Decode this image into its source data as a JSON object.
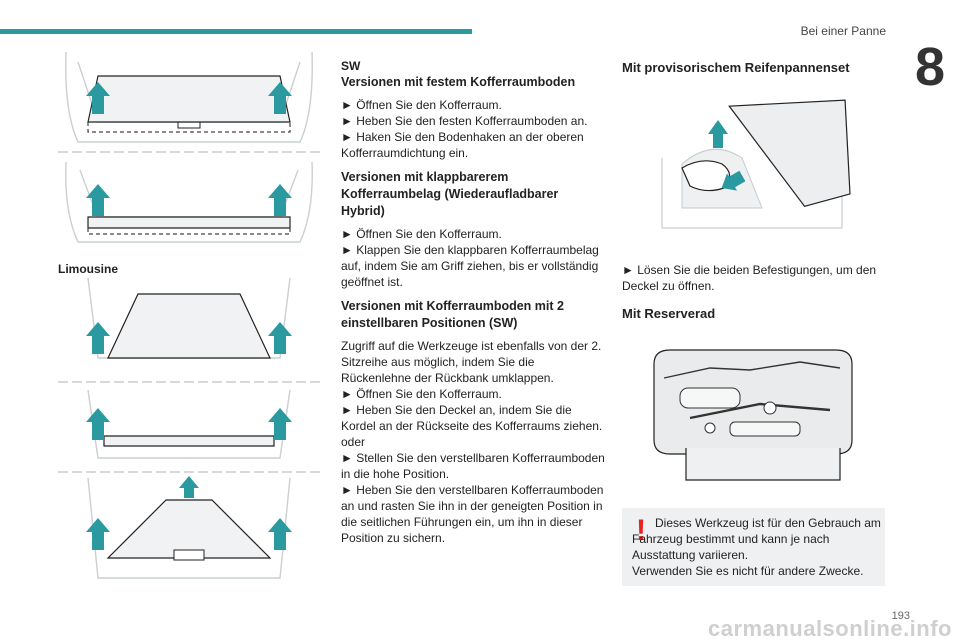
{
  "header": {
    "title": "Bei einer Panne",
    "chapter": "8"
  },
  "figures": {
    "limousine_label": "Limousine"
  },
  "col2": {
    "sw": "SW",
    "s1_title": "Versionen mit festem Kofferraumboden",
    "s1_l1": "► Öffnen Sie den Kofferraum.",
    "s1_l2": "► Heben Sie den festen Kofferraumboden an.",
    "s1_l3": "► Haken Sie den Bodenhaken an der oberen Kofferraumdichtung ein.",
    "s2_title": "Versionen mit klappbarerem Kofferraumbelag (Wiederaufladbarer Hybrid)",
    "s2_l1": "► Öffnen Sie den Kofferraum.",
    "s2_l2": "► Klappen Sie den klappbaren Kofferraumbelag auf, indem Sie am Griff ziehen, bis er vollständig geöffnet ist.",
    "s3_title": "Versionen mit Kofferraumboden mit 2 einstellbaren Positionen (SW)",
    "s3_l1": "Zugriff auf die Werkzeuge ist ebenfalls von der 2. Sitzreihe aus möglich, indem Sie die Rückenlehne der Rückbank umklappen.",
    "s3_l2": "► Öffnen Sie den Kofferraum.",
    "s3_l3": "► Heben Sie den Deckel an, indem Sie die Kordel an der Rückseite des Kofferraums ziehen.",
    "s3_l4": "oder",
    "s3_l5": "► Stellen Sie den verstellbaren Kofferraumboden in die hohe Position.",
    "s3_l6": "► Heben Sie den verstellbaren Kofferraumboden an und rasten Sie ihn in der geneigten Position in die seitlichen Führungen ein, um ihn in dieser Position zu sichern."
  },
  "col3": {
    "h1": "Mit provisorischem Reifenpannenset",
    "p1": "► Lösen Sie die beiden Befestigungen, um den Deckel zu öffnen.",
    "h2": "Mit Reserverad",
    "warning_mark": "!",
    "warning_text": "Dieses Werkzeug ist für den Gebrauch am Fahrzeug bestimmt und kann je nach Ausstattung variieren.\nVerwenden Sie es nicht für andere Zwecke."
  },
  "footer": {
    "page": "193",
    "watermark": "carmanualsonline.info"
  },
  "colors": {
    "accent": "#2a9aa0",
    "warning": "#e52320"
  }
}
